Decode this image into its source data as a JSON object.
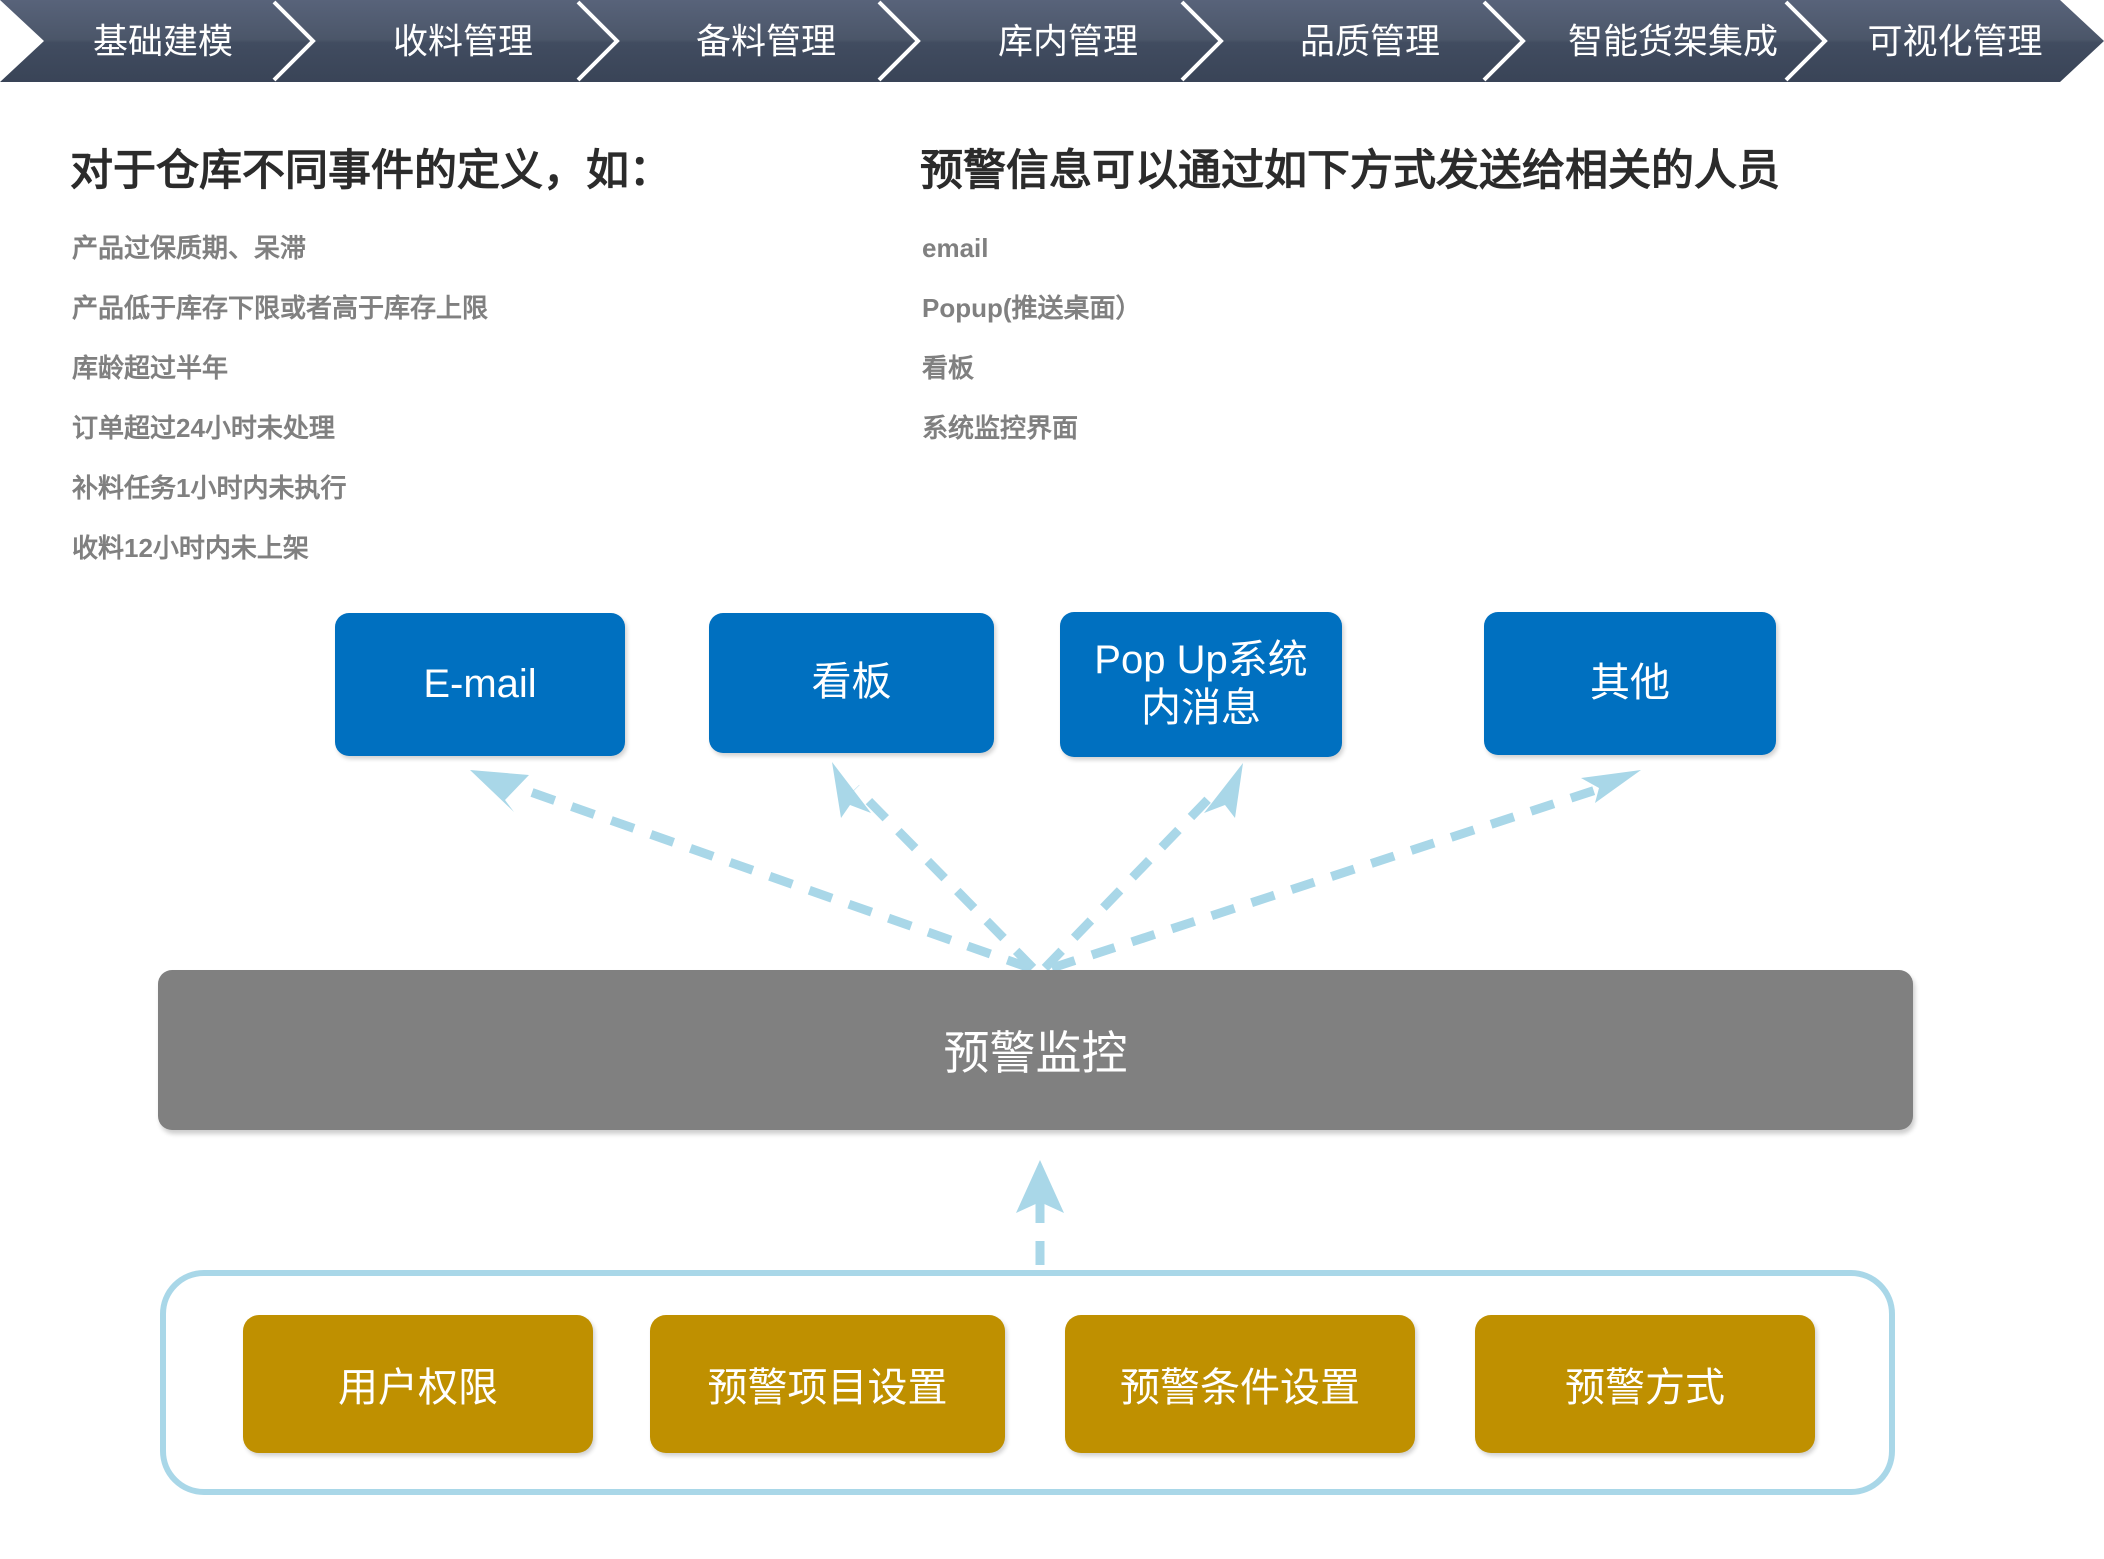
{
  "process_bar": {
    "steps": [
      {
        "label": "基础建模"
      },
      {
        "label": "收料管理"
      },
      {
        "label": "备料管理"
      },
      {
        "label": "库内管理"
      },
      {
        "label": "品质管理"
      },
      {
        "label": "智能货架集成"
      },
      {
        "label": "可视化管理"
      }
    ],
    "fill_start": "#566174",
    "fill_end": "#3b4759",
    "text_color": "#FFFFFF"
  },
  "left_column": {
    "heading": "对于仓库不同事件的定义，如：",
    "items": [
      "产品过保质期、呆滞",
      "产品低于库存下限或者高于库存上限",
      "库龄超过半年",
      "订单超过24小时未处理",
      "补料任务1小时内未执行",
      "收料12小时内未上架"
    ]
  },
  "right_column": {
    "heading": "预警信息可以通过如下方式发送给相关的人员",
    "items": [
      "email",
      "Popup(推送桌面）",
      "看板",
      "系统监控界面"
    ]
  },
  "channels": {
    "color": "#0070C0",
    "items": [
      {
        "label": "E-mail"
      },
      {
        "label": "看板"
      },
      {
        "label": "Pop Up系统\n内消息"
      },
      {
        "label": "其他"
      }
    ]
  },
  "monitor": {
    "label": "预警监控",
    "color": "#808080"
  },
  "settings_panel": {
    "border_color": "#A9D7E8",
    "box_color": "#BF9000",
    "items": [
      {
        "label": "用户权限"
      },
      {
        "label": "预警项目设置"
      },
      {
        "label": "预警条件设置"
      },
      {
        "label": "预警方式"
      }
    ]
  },
  "arrows": {
    "color": "#A9D7E8",
    "style": "dashed"
  }
}
